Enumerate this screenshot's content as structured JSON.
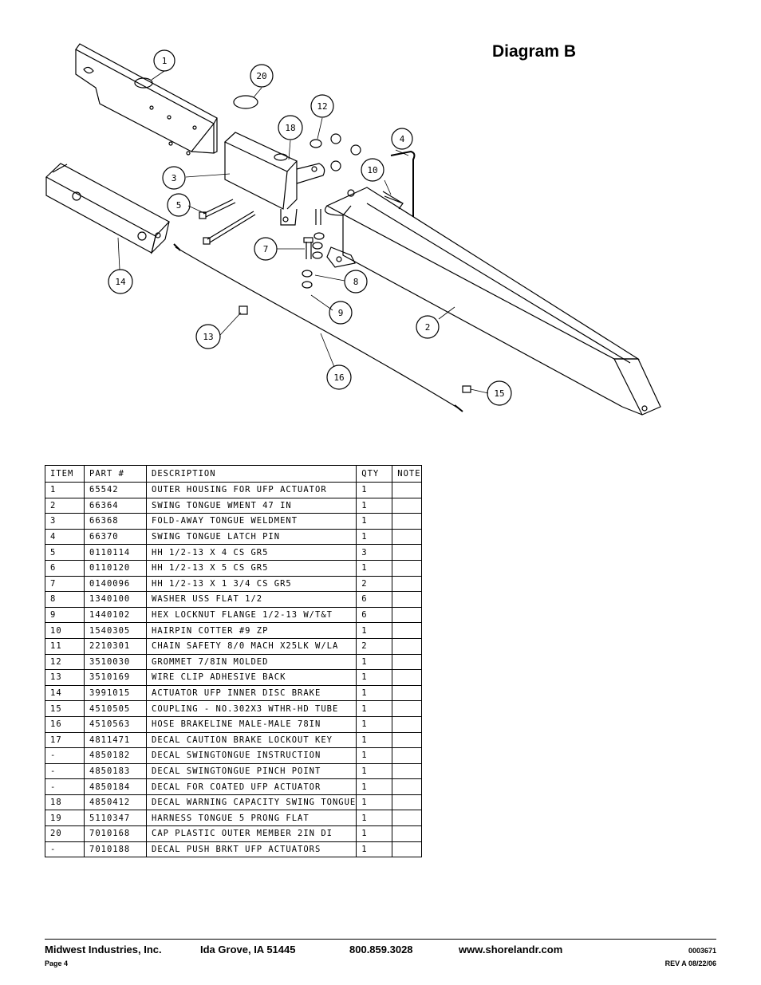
{
  "title": "Diagram B",
  "callouts": {
    "c1": "1",
    "c2": "2",
    "c3": "3",
    "c4": "4",
    "c5": "5",
    "c7": "7",
    "c8": "8",
    "c9": "9",
    "c10": "10",
    "c12": "12",
    "c13": "13",
    "c14": "14",
    "c15": "15",
    "c16": "16",
    "c18": "18",
    "c20": "20"
  },
  "table": {
    "headers": {
      "item": "ITEM",
      "part": "PART #",
      "desc": "DESCRIPTION",
      "qty": "QTY",
      "note": "NOTE"
    },
    "rows": [
      {
        "item": "1",
        "part": "65542",
        "desc": "OUTER HOUSING FOR UFP ACTUATOR",
        "qty": "1",
        "note": ""
      },
      {
        "item": "2",
        "part": "66364",
        "desc": "SWING TONGUE WMENT 47 IN",
        "qty": "1",
        "note": ""
      },
      {
        "item": "3",
        "part": "66368",
        "desc": "FOLD-AWAY TONGUE WELDMENT",
        "qty": "1",
        "note": ""
      },
      {
        "item": "4",
        "part": "66370",
        "desc": "SWING TONGUE LATCH PIN",
        "qty": "1",
        "note": ""
      },
      {
        "item": "5",
        "part": "0110114",
        "desc": "HH 1/2-13 X 4 CS GR5",
        "qty": "3",
        "note": ""
      },
      {
        "item": "6",
        "part": "0110120",
        "desc": "HH 1/2-13 X 5 CS GR5",
        "qty": "1",
        "note": ""
      },
      {
        "item": "7",
        "part": "0140096",
        "desc": "HH 1/2-13 X 1 3/4 CS GR5",
        "qty": "2",
        "note": ""
      },
      {
        "item": "8",
        "part": "1340100",
        "desc": "WASHER USS FLAT 1/2",
        "qty": "6",
        "note": ""
      },
      {
        "item": "9",
        "part": "1440102",
        "desc": "HEX LOCKNUT FLANGE 1/2-13 W/T&T",
        "qty": "6",
        "note": ""
      },
      {
        "item": "10",
        "part": "1540305",
        "desc": "HAIRPIN COTTER #9 ZP",
        "qty": "1",
        "note": ""
      },
      {
        "item": "11",
        "part": "2210301",
        "desc": "CHAIN SAFETY 8/0 MACH X25LK W/LA",
        "qty": "2",
        "note": ""
      },
      {
        "item": "12",
        "part": "3510030",
        "desc": "GROMMET  7/8IN MOLDED",
        "qty": "1",
        "note": ""
      },
      {
        "item": "13",
        "part": "3510169",
        "desc": "WIRE CLIP  ADHESIVE BACK",
        "qty": "1",
        "note": ""
      },
      {
        "item": "14",
        "part": "3991015",
        "desc": "ACTUATOR UFP INNER  DISC BRAKE",
        "qty": "1",
        "note": ""
      },
      {
        "item": "15",
        "part": "4510505",
        "desc": "COUPLING - NO.302X3 WTHR-HD TUBE",
        "qty": "1",
        "note": ""
      },
      {
        "item": "16",
        "part": "4510563",
        "desc": "HOSE BRAKELINE MALE-MALE 78IN",
        "qty": "1",
        "note": ""
      },
      {
        "item": "17",
        "part": "4811471",
        "desc": "DECAL CAUTION BRAKE LOCKOUT KEY",
        "qty": "1",
        "note": ""
      },
      {
        "item": "-",
        "part": "4850182",
        "desc": "DECAL SWINGTONGUE INSTRUCTION",
        "qty": "1",
        "note": ""
      },
      {
        "item": "-",
        "part": "4850183",
        "desc": "DECAL SWINGTONGUE PINCH POINT",
        "qty": "1",
        "note": ""
      },
      {
        "item": "-",
        "part": "4850184",
        "desc": "DECAL FOR COATED UFP ACTUATOR",
        "qty": "1",
        "note": ""
      },
      {
        "item": "18",
        "part": "4850412",
        "desc": "DECAL WARNING CAPACITY SWING TONGUE",
        "qty": "1",
        "note": ""
      },
      {
        "item": "19",
        "part": "5110347",
        "desc": "HARNESS  TONGUE 5 PRONG FLAT",
        "qty": "1",
        "note": ""
      },
      {
        "item": "20",
        "part": "7010168",
        "desc": "CAP  PLASTIC OUTER MEMBER 2IN DI",
        "qty": "1",
        "note": ""
      },
      {
        "item": "-",
        "part": "7010188",
        "desc": "DECAL PUSH BRKT UFP ACTUATORS",
        "qty": "1",
        "note": ""
      }
    ]
  },
  "footer": {
    "company": "Midwest Industries, Inc.",
    "city": "Ida Grove, IA  51445",
    "phone": "800.859.3028",
    "website": "www.shorelandr.com",
    "doc_number": "0003671",
    "page": "Page 4",
    "revision": "REV A  08/22/06"
  }
}
